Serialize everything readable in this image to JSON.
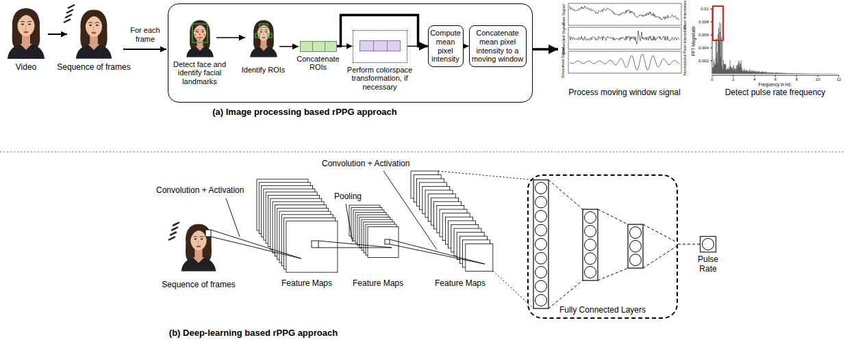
{
  "diagram": {
    "nodes": [
      {
        "text": [
          "Detect face and identify facial landmarks",
          "Identify ROIs"
        ]
      },
      {
        "text": [
          "Concatenate ROIs"
        ],
        "in": 0
      },
      {
        "text": [
          "Perform colorspace transformation, if necessary"
        ],
        "in": 0
      },
      {
        "text": [
          "Compute mean pixel intensity"
        ],
        "in": 0
      },
      {
        "text": [
          "Concatenate mean pixel intensity to a moving window"
        ],
        "in": 0
      },
      {
        "text": [
          "Fully Connected Layers"
        ]
      },
      {
        "text": [
          "Pulse Rate"
        ]
      }
    ],
    "edges": [
      {
        "from": 1,
        "to": 2,
        "arrow": "to"
      },
      {
        "from": 1,
        "to": 3,
        "arrow": "to"
      },
      {
        "from": 2,
        "to": 3,
        "arrow": "to"
      },
      {
        "from": 3,
        "to": 4,
        "arrow": "to"
      },
      {
        "from": 5,
        "to": 6,
        "arrow": "none"
      }
    ],
    "labels": [
      "Video",
      "Sequence of frames",
      "For each frame",
      "Process moving window signal",
      "Raw Signal",
      "Detrended Signal",
      "Smoothed Signal",
      "Pixel Intensities",
      "Normalized Pixel Intensities",
      "Detect pulse rate frequency",
      "FFT Magnitude",
      "0.01",
      "0.008",
      "0.006",
      "0.004",
      "0.002",
      "Frequency in Hz.",
      "0",
      "2",
      "4",
      "6",
      "8",
      "10",
      "12",
      "(a) Image processing based rPPG approach",
      "Convolution + Activation",
      "Pooling",
      "Convolution + Activation",
      "Sequence of frames",
      "Feature Maps",
      "Feature Maps",
      "Feature Maps",
      "(b) Deep-learning based rPPG approach"
    ]
  }
}
